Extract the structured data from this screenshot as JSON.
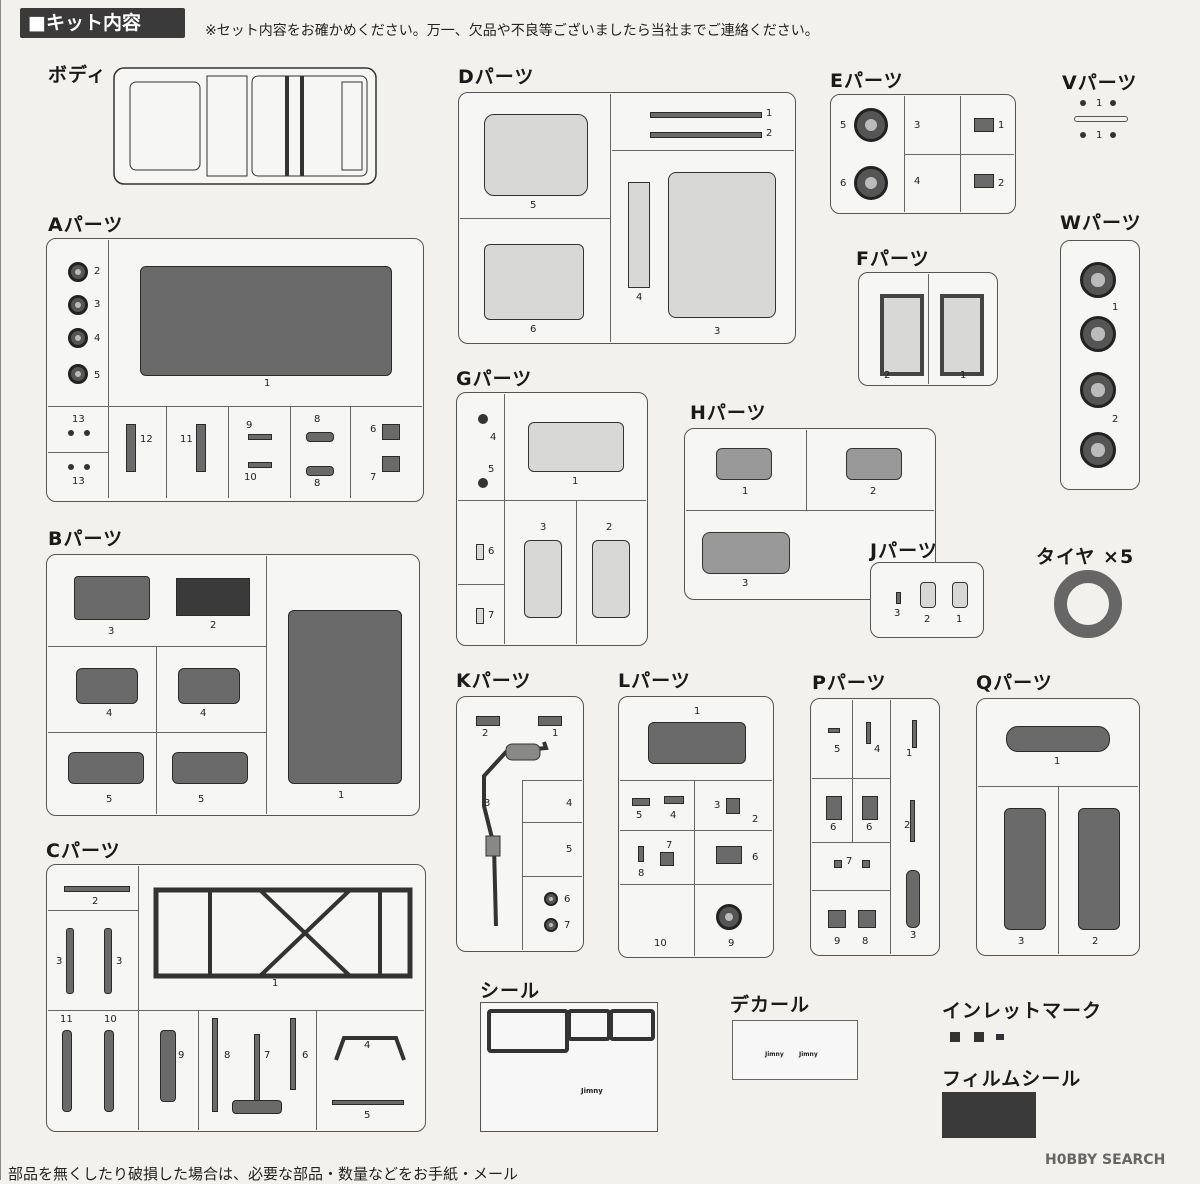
{
  "header": {
    "title": "■キット内容",
    "note": "※セット内容をお確かめください。万一、欠品や不良等ございましたら当社までご連絡ください。"
  },
  "footer": {
    "text": "部品を無くしたり破損した場合は、必要な部品・数量などをお手紙・メール"
  },
  "watermark": "H0BBY SEARCH",
  "sections": {
    "body": "ボディ",
    "A": "Aパーツ",
    "B": "Bパーツ",
    "C": "Cパーツ",
    "D": "Dパーツ",
    "E": "Eパーツ",
    "F": "Fパーツ",
    "G": "Gパーツ",
    "H": "Hパーツ",
    "J": "Jパーツ",
    "K": "Kパーツ",
    "L": "Lパーツ",
    "P": "Pパーツ",
    "Q": "Qパーツ",
    "V": "Vパーツ",
    "W": "Wパーツ",
    "tire": "タイヤ ×5",
    "seal": "シール",
    "decal": "デカール",
    "inlet": "インレットマーク",
    "film": "フィルムシール"
  },
  "decal_text": {
    "brand": "Jimny"
  },
  "n": {
    "1": "1",
    "2": "2",
    "3": "3",
    "4": "4",
    "5": "5",
    "6": "6",
    "7": "7",
    "8": "8",
    "9": "9",
    "10": "10",
    "11": "11",
    "12": "12",
    "13": "13"
  }
}
